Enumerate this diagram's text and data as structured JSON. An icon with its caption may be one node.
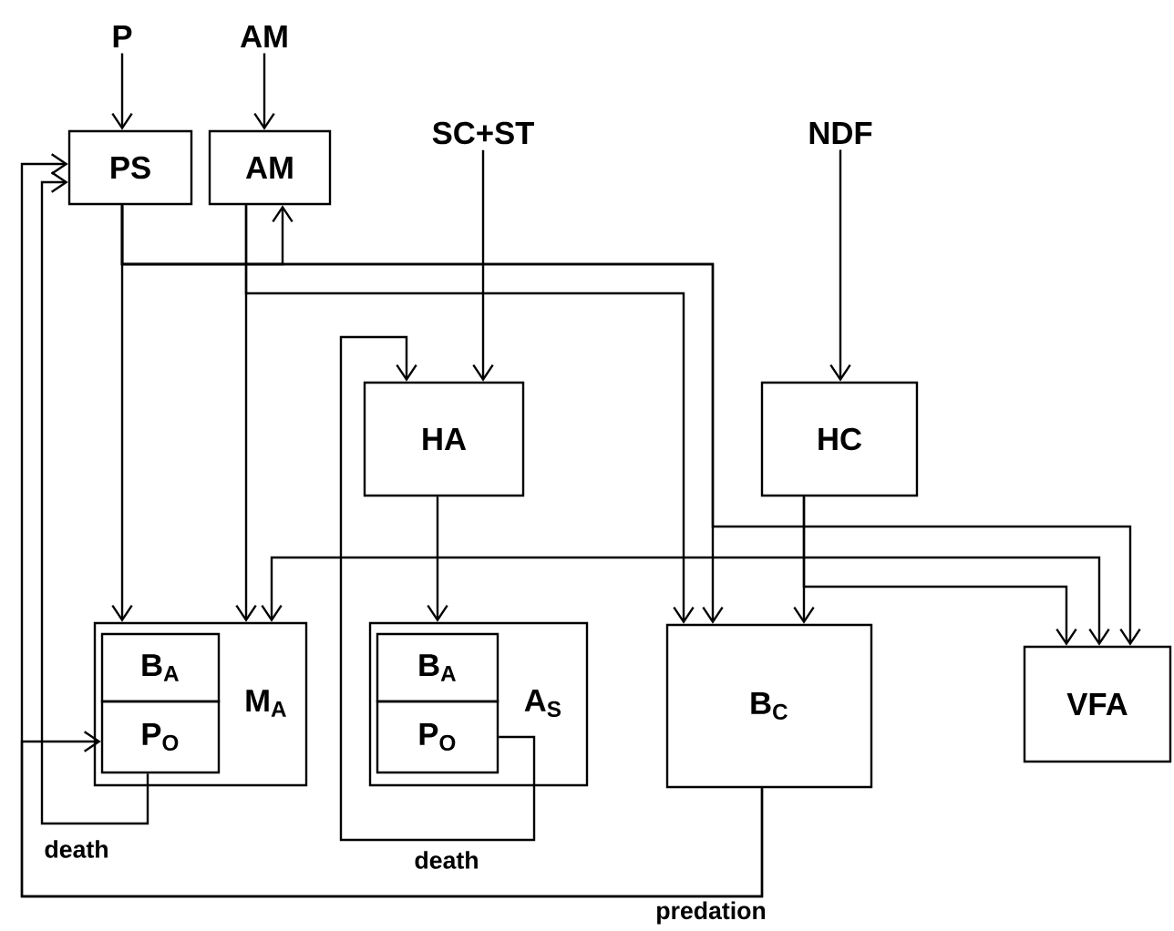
{
  "diagram": {
    "nodes": [
      {
        "text": [
          "P"
        ]
      },
      {
        "text": [
          "AM"
        ]
      },
      {
        "text": [
          "PS"
        ]
      },
      {
        "text": [
          "AM"
        ]
      },
      {
        "text": [
          "SC+ST"
        ]
      },
      {
        "text": [
          "NDF"
        ]
      },
      {
        "text": [
          "HA"
        ]
      },
      {
        "text": [
          "HC"
        ]
      },
      {
        "text": [
          "M$_{A}$"
        ]
      },
      {
        "text": [
          "B$_{A}$"
        ],
        "in": 8
      },
      {
        "text": [
          "P$_{O}$"
        ],
        "in": 8
      },
      {
        "text": [
          "A$_{S}$"
        ]
      },
      {
        "text": [
          "B$_{A}$"
        ],
        "in": 11
      },
      {
        "text": [
          "P$_{O}$"
        ],
        "in": 11
      },
      {
        "text": [
          "B$_{C}$"
        ]
      },
      {
        "text": [
          "VFA"
        ]
      }
    ],
    "edges": [
      {
        "from": 0,
        "to": 2,
        "arrow": "to"
      },
      {
        "from": 1,
        "to": 3,
        "arrow": "to"
      },
      {
        "from": 4,
        "to": 6,
        "arrow": "to"
      },
      {
        "from": 5,
        "to": 7,
        "arrow": "to"
      },
      {
        "from": 2,
        "to": 8,
        "arrow": "to"
      },
      {
        "from": 2,
        "to": 3,
        "arrow": "to"
      },
      {
        "from": 2,
        "to": 14,
        "arrow": "to"
      },
      {
        "from": 2,
        "to": 15,
        "arrow": "to"
      },
      {
        "from": 3,
        "to": 8,
        "arrow": "to"
      },
      {
        "from": 3,
        "to": 14,
        "arrow": "to"
      },
      {
        "from": 6,
        "to": 11,
        "arrow": "to"
      },
      {
        "from": 13,
        "to": 6,
        "arrow": "to",
        "label": "death"
      },
      {
        "from": 7,
        "to": 14,
        "arrow": "to"
      },
      {
        "from": 7,
        "to": 15,
        "arrow": "to"
      },
      {
        "from": 8,
        "to": 15,
        "arrow": "both"
      },
      {
        "from": 14,
        "to": 2,
        "arrow": "to",
        "label": "predation"
      },
      {
        "from": 14,
        "to": 10,
        "arrow": "to"
      },
      {
        "from": 10,
        "to": 2,
        "arrow": "to",
        "label": "death"
      }
    ]
  }
}
